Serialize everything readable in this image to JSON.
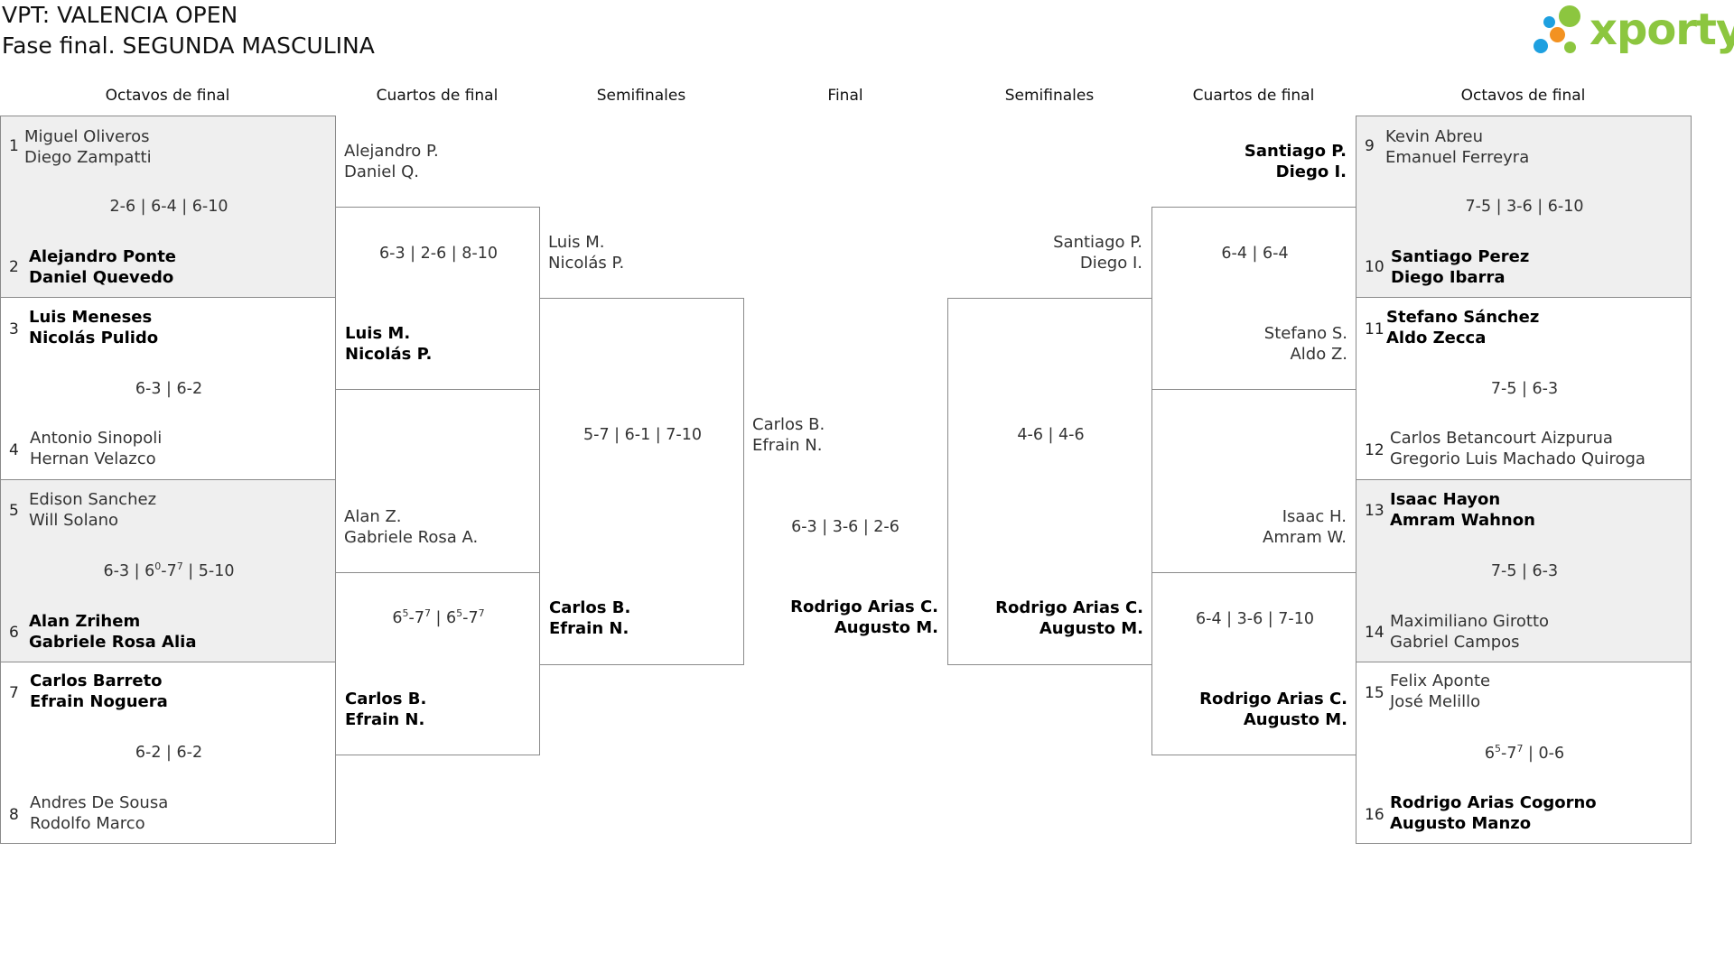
{
  "header": {
    "title": "VPT: VALENCIA OPEN",
    "subtitle": "Fase final. SEGUNDA MASCULINA"
  },
  "brand": {
    "logo_text": "xporty",
    "colors": {
      "green": "#8cc63f",
      "orange": "#f39221",
      "blue": "#1ea0e0"
    }
  },
  "round_headers": {
    "left_octavos": "Octavos de final",
    "left_cuartos": "Cuartos de final",
    "left_semis": "Semifinales",
    "final": "Final",
    "right_semis": "Semifinales",
    "right_cuartos": "Cuartos de final",
    "right_octavos": "Octavos de final"
  },
  "left_octavos": [
    {
      "seed_a": "1",
      "a1": "Miguel Oliveros",
      "a2": "Diego Zampatti",
      "seed_b": "2",
      "b1": "Alejandro Ponte",
      "b2": "Daniel Quevedo",
      "score": "2-6 | 6-4 | 6-10"
    },
    {
      "seed_a": "3",
      "a1": "Luis Meneses",
      "a2": "Nicolás Pulido",
      "seed_b": "4",
      "b1": "Antonio Sinopoli",
      "b2": "Hernan Velazco",
      "score": "6-3 | 6-2"
    },
    {
      "seed_a": "5",
      "a1": "Edison Sanchez",
      "a2": "Will Solano",
      "seed_b": "6",
      "b1": "Alan Zrihem",
      "b2": "Gabriele Rosa Alia",
      "score": "6-3 | 60-77 | 5-10"
    },
    {
      "seed_a": "7",
      "a1": "Carlos Barreto",
      "a2": "Efrain Noguera",
      "seed_b": "8",
      "b1": "Andres De Sousa",
      "b2": "Rodolfo Marco",
      "score": "6-2 | 6-2"
    }
  ],
  "left_cuartos": [
    {
      "a1": "Alejandro P.",
      "a2": "Daniel Q.",
      "b1": "Luis M.",
      "b2": "Nicolás P.",
      "score": "6-3 | 2-6 | 8-10"
    },
    {
      "a1": "Alan Z.",
      "a2": "Gabriele Rosa A.",
      "b1": "Carlos B.",
      "b2": "Efrain N.",
      "score": "65-77 | 65-77"
    }
  ],
  "left_semi": {
    "a1": "Luis M.",
    "a2": "Nicolás P.",
    "b1": "Carlos B.",
    "b2": "Efrain N.",
    "score": "5-7 | 6-1 | 7-10"
  },
  "final": {
    "a1": "Carlos B.",
    "a2": "Efrain N.",
    "b1": "Rodrigo Arias C.",
    "b2": "Augusto M.",
    "score": "6-3 | 3-6 | 2-6"
  },
  "right_semi": {
    "a1": "Santiago P.",
    "a2": "Diego I.",
    "b1": "Rodrigo Arias C.",
    "b2": "Augusto M.",
    "score": "4-6 | 4-6"
  },
  "right_cuartos": [
    {
      "a1": "Santiago P.",
      "a2": "Diego I.",
      "b1": "Stefano S.",
      "b2": "Aldo Z.",
      "score": "6-4 | 6-4"
    },
    {
      "a1": "Isaac H.",
      "a2": "Amram W.",
      "b1": "Rodrigo Arias C.",
      "b2": "Augusto M.",
      "score": "6-4 | 3-6 | 7-10"
    }
  ],
  "right_octavos": [
    {
      "seed_a": "9",
      "a1": "Kevin Abreu",
      "a2": "Emanuel Ferreyra",
      "seed_b": "10",
      "b1": "Santiago Perez",
      "b2": "Diego Ibarra",
      "score": "7-5 | 3-6 | 6-10"
    },
    {
      "seed_a": "11",
      "a1": "Stefano Sánchez",
      "a2": "Aldo Zecca",
      "seed_b": "12",
      "b1": "Carlos Betancourt Aizpurua",
      "b2": "Gregorio Luis Machado Quiroga",
      "score": "7-5 | 6-3"
    },
    {
      "seed_a": "13",
      "a1": "Isaac Hayon",
      "a2": "Amram Wahnon",
      "seed_b": "14",
      "b1": "Maximiliano Girotto",
      "b2": "Gabriel Campos",
      "score": "7-5 | 6-3"
    },
    {
      "seed_a": "15",
      "a1": "Felix Aponte",
      "a2": "José Melillo",
      "seed_b": "16",
      "b1": "Rodrigo Arias Cogorno",
      "b2": "Augusto Manzo",
      "score": "65-77 | 0-6"
    }
  ]
}
